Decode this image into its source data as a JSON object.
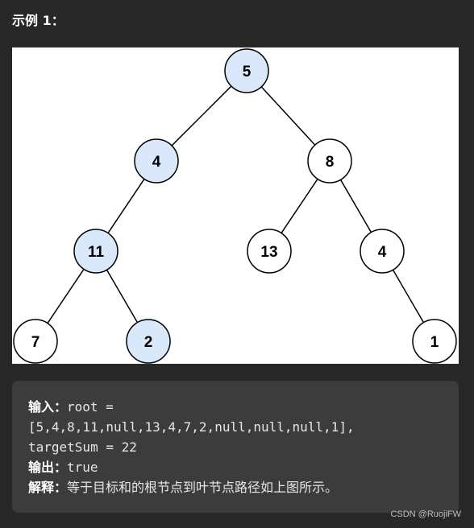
{
  "heading": "示例 1：",
  "tree": {
    "nodes": [
      {
        "id": "n5",
        "label": "5",
        "highlighted": true
      },
      {
        "id": "n4a",
        "label": "4",
        "highlighted": true
      },
      {
        "id": "n8",
        "label": "8",
        "highlighted": false
      },
      {
        "id": "n11",
        "label": "11",
        "highlighted": true
      },
      {
        "id": "n13",
        "label": "13",
        "highlighted": false
      },
      {
        "id": "n4b",
        "label": "4",
        "highlighted": false
      },
      {
        "id": "n7",
        "label": "7",
        "highlighted": false
      },
      {
        "id": "n2",
        "label": "2",
        "highlighted": true
      },
      {
        "id": "n1",
        "label": "1",
        "highlighted": false
      }
    ],
    "edges": [
      [
        "n5",
        "n4a"
      ],
      [
        "n5",
        "n8"
      ],
      [
        "n4a",
        "n11"
      ],
      [
        "n8",
        "n13"
      ],
      [
        "n8",
        "n4b"
      ],
      [
        "n11",
        "n7"
      ],
      [
        "n11",
        "n2"
      ],
      [
        "n4b",
        "n1"
      ]
    ],
    "colors": {
      "highlight_fill": "#dae8fc",
      "normal_fill": "#ffffff",
      "stroke": "#000000"
    }
  },
  "example": {
    "input_label": "输入：",
    "input_line1": "root =",
    "input_line2": "[5,4,8,11,null,13,4,7,2,null,null,null,1],",
    "input_line3": "targetSum = 22",
    "output_label": "输出：",
    "output_value": "true",
    "explain_label": "解释：",
    "explain_text": "等于目标和的根节点到叶节点路径如上图所示。"
  },
  "watermark": "CSDN @RuojiFW"
}
